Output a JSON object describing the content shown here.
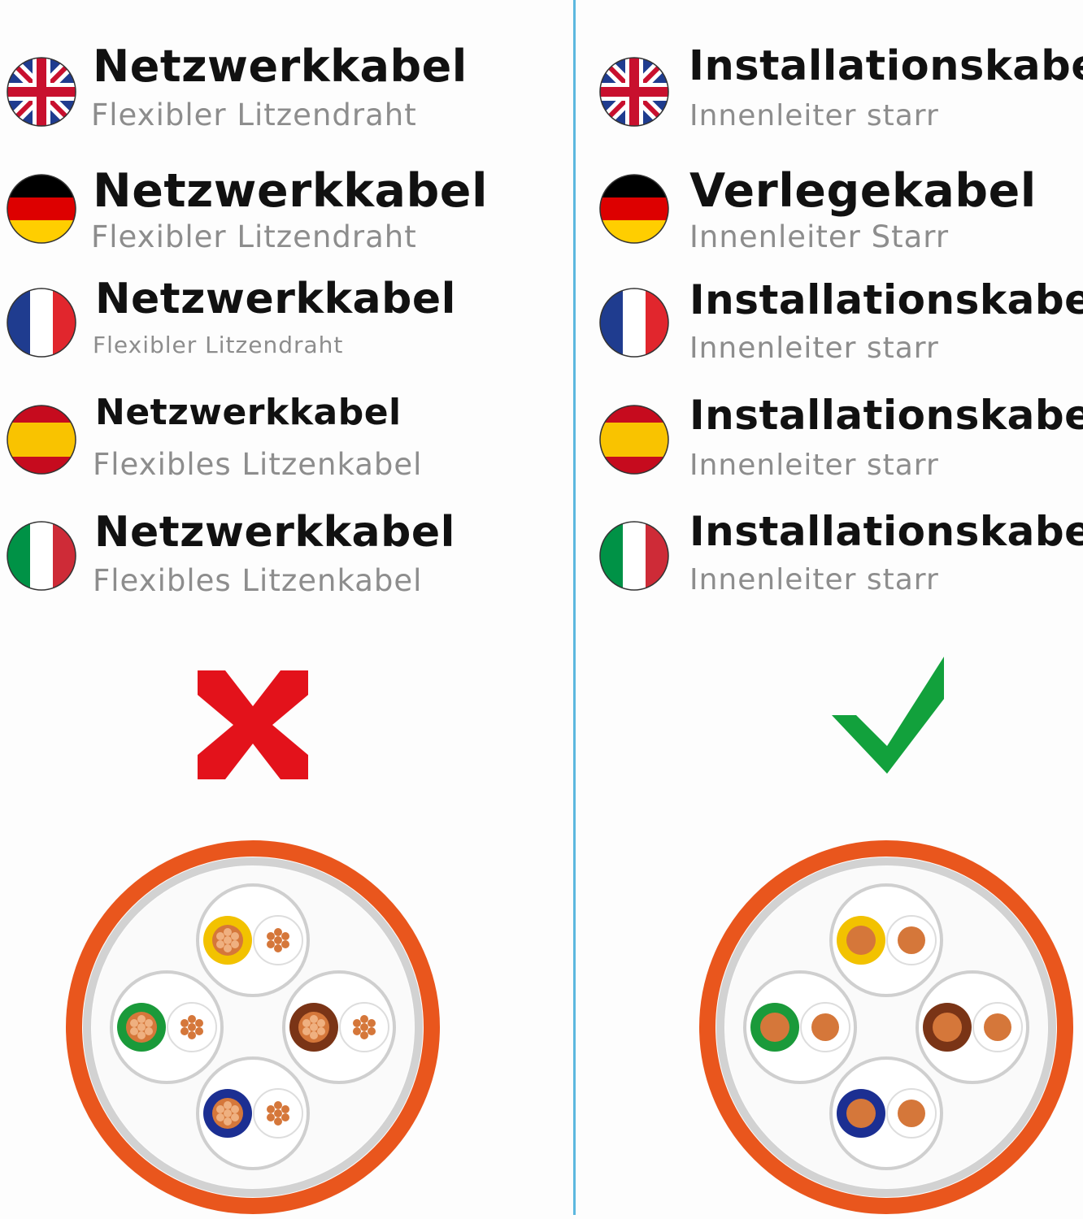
{
  "colors": {
    "divider": "#5cb8df",
    "cross": "#e3121b",
    "check": "#12a13c",
    "jacket": "#e9561d",
    "yellow": "#f2c200",
    "green": "#1a9a3a",
    "brown": "#7a3416",
    "blue": "#1c2f92",
    "copper": "#d5773a"
  },
  "left": {
    "rows": [
      {
        "flag": "uk-flag-icon",
        "title": "Netzwerkkabel",
        "subtitle": "Flexibler Litzendraht"
      },
      {
        "flag": "germany-flag-icon",
        "title": "Netzwerkkabel",
        "subtitle": "Flexibler Litzendraht"
      },
      {
        "flag": "france-flag-icon",
        "title": "Netzwerkkabel",
        "subtitle": "Flexibler Litzendraht"
      },
      {
        "flag": "spain-flag-icon",
        "title": "Netzwerkkabel",
        "subtitle": "Flexibles Litzenkabel"
      },
      {
        "flag": "italy-flag-icon",
        "title": "Netzwerkkabel",
        "subtitle": "Flexibles Litzenkabel"
      }
    ],
    "mark": "cross-icon",
    "cable": "stranded-cable-cross-section"
  },
  "right": {
    "rows": [
      {
        "flag": "uk-flag-icon",
        "title": "Installationskabel",
        "subtitle": "Innenleiter starr"
      },
      {
        "flag": "germany-flag-icon",
        "title": "Verlegekabel",
        "subtitle": "Innenleiter Starr"
      },
      {
        "flag": "france-flag-icon",
        "title": "Installationskabel",
        "subtitle": "Innenleiter starr"
      },
      {
        "flag": "spain-flag-icon",
        "title": "Installationskabel",
        "subtitle": "Innenleiter starr"
      },
      {
        "flag": "italy-flag-icon",
        "title": "Installationskabel",
        "subtitle": "Innenleiter starr"
      }
    ],
    "mark": "check-icon",
    "cable": "solid-cable-cross-section"
  }
}
